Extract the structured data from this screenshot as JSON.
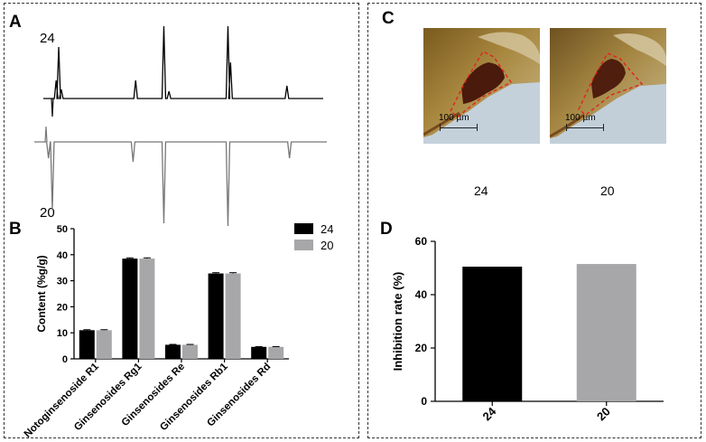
{
  "panels": {
    "A": {
      "label": "A",
      "traces": [
        {
          "label": "24",
          "color": "#000000"
        },
        {
          "label": "20",
          "color": "#777777"
        }
      ]
    },
    "B": {
      "label": "B"
    },
    "C": {
      "label": "C",
      "images": [
        {
          "caption": "24",
          "scale_label": "100 µm"
        },
        {
          "caption": "20",
          "scale_label": "100 µm"
        }
      ]
    },
    "D": {
      "label": "D"
    }
  },
  "chart_data": [
    {
      "panel": "A",
      "type": "line",
      "series": [
        {
          "name": "24",
          "color": "#000000",
          "peaks_x": [
            0.05,
            0.06,
            0.07,
            0.36,
            0.47,
            0.49,
            0.72,
            0.73,
            0.95
          ]
        },
        {
          "name": "20",
          "color": "#777777",
          "peaks_x": [
            0.02,
            0.035,
            0.35,
            0.47,
            0.72,
            0.96
          ]
        }
      ]
    },
    {
      "panel": "B",
      "type": "bar",
      "title": "",
      "xlabel": "",
      "ylabel": "Content (%g/g)",
      "ylim": [
        0,
        50
      ],
      "yticks": [
        0,
        10,
        20,
        30,
        40,
        50
      ],
      "categories": [
        "Notoginsenoside R1",
        "Ginsenosides Rg1",
        "Ginsenosides Re",
        "Ginsenosides Rb1",
        "Ginsenosides Rd"
      ],
      "series": [
        {
          "name": "24",
          "color": "#000000",
          "values": [
            11,
            38.5,
            5.4,
            32.8,
            4.6
          ],
          "errors": [
            0.2,
            0.3,
            0.15,
            0.3,
            0.1
          ]
        },
        {
          "name": "20",
          "color": "#a7a7aa",
          "values": [
            11,
            38.5,
            5.4,
            32.8,
            4.6
          ],
          "errors": [
            0.2,
            0.3,
            0.15,
            0.3,
            0.1
          ]
        }
      ],
      "legend": "top-right",
      "grid": false
    },
    {
      "panel": "D",
      "type": "bar",
      "title": "",
      "xlabel": "",
      "ylabel": "Inhibition rate (%)",
      "ylim": [
        0,
        60
      ],
      "yticks": [
        0,
        20,
        40,
        60
      ],
      "categories": [
        "24",
        "20"
      ],
      "values": [
        50.5,
        51.5
      ],
      "colors": [
        "#000000",
        "#a7a7aa"
      ],
      "grid": false
    }
  ]
}
